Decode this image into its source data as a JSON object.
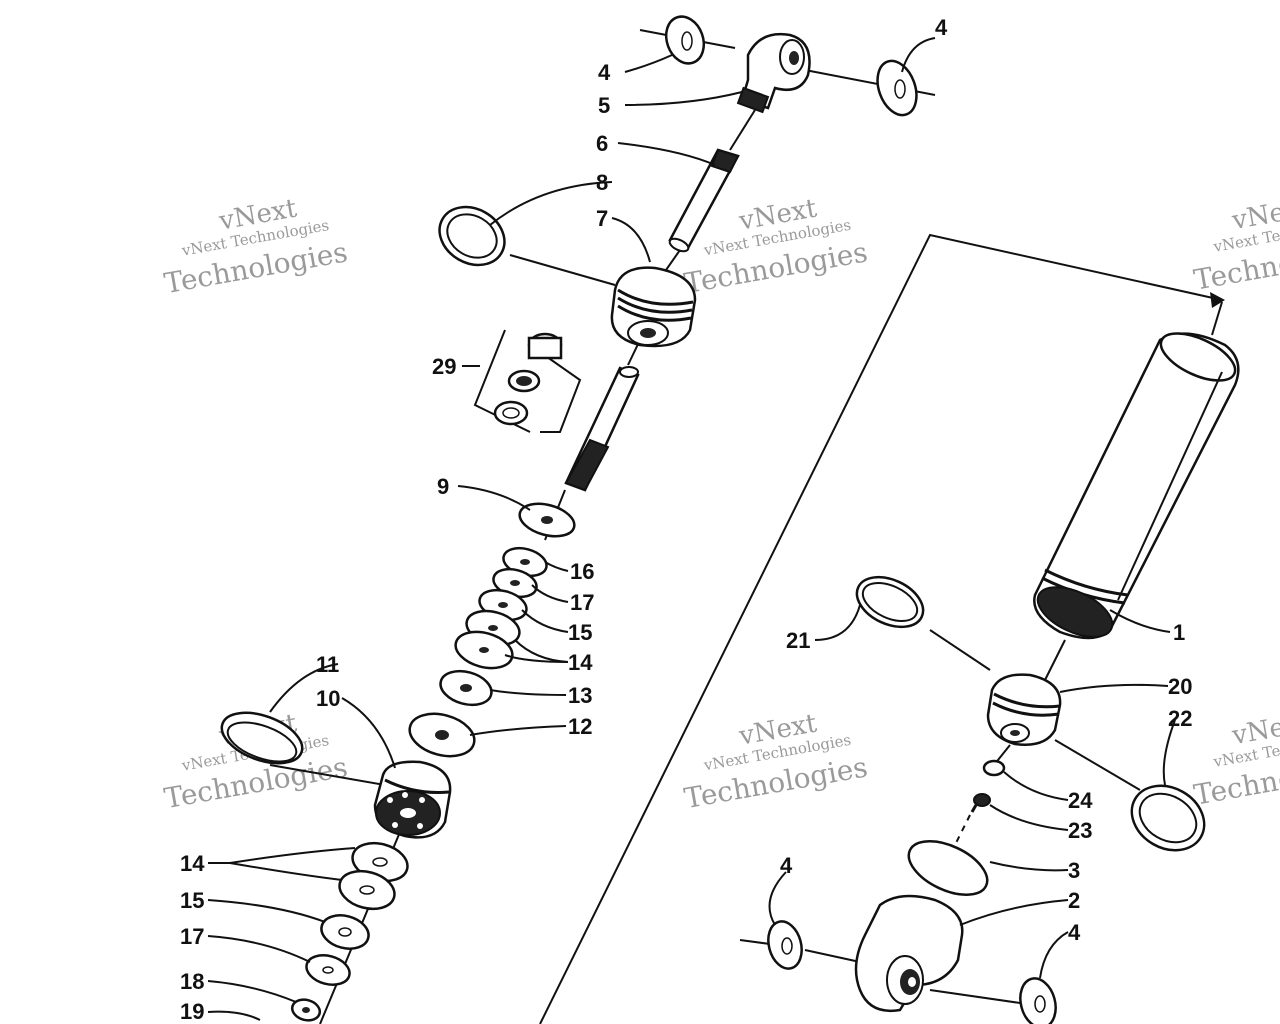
{
  "watermark": {
    "line1": "vNext Technologies",
    "line2": "vNext",
    "line3": "Technologies"
  },
  "callouts": {
    "c1": "1",
    "c2": "2",
    "c3": "3",
    "c4a": "4",
    "c4b": "4",
    "c4c": "4",
    "c4d": "4",
    "c5": "5",
    "c6": "6",
    "c7": "7",
    "c8": "8",
    "c9": "9",
    "c10": "10",
    "c11": "11",
    "c12": "12",
    "c13": "13",
    "c14a": "14",
    "c14b": "14",
    "c15a": "15",
    "c15b": "15",
    "c16": "16",
    "c17a": "17",
    "c17b": "17",
    "c18": "18",
    "c19": "19",
    "c20": "20",
    "c21": "21",
    "c22": "22",
    "c23": "23",
    "c24": "24",
    "c29": "29"
  }
}
